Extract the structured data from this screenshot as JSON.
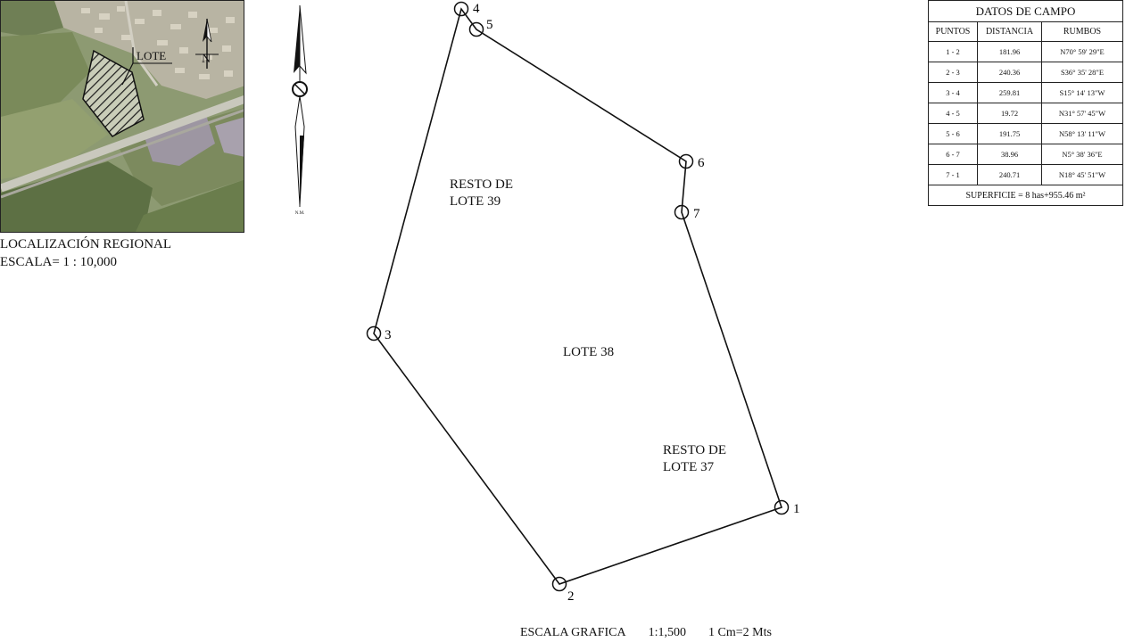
{
  "location_map": {
    "lot_label": "LOTE",
    "north_label": "N",
    "title": "LOCALIZACIÓN REGIONAL",
    "scale": "ESCALA= 1 : 10,000"
  },
  "north_arrow": {
    "label": "N.M."
  },
  "plot": {
    "vertices": [
      {
        "id": "1",
        "label": "1"
      },
      {
        "id": "2",
        "label": "2"
      },
      {
        "id": "3",
        "label": "3"
      },
      {
        "id": "4",
        "label": "4"
      },
      {
        "id": "5",
        "label": "5"
      },
      {
        "id": "6",
        "label": "6"
      },
      {
        "id": "7",
        "label": "7"
      }
    ],
    "areas": {
      "lote_39": "RESTO DE\nLOTE 39",
      "lote_38": "LOTE 38",
      "lote_37": "RESTO DE\nLOTE 37"
    }
  },
  "field_data": {
    "title": "DATOS DE CAMPO",
    "headers": [
      "PUNTOS",
      "DISTANCIA",
      "RUMBOS"
    ],
    "rows": [
      {
        "points": "1 - 2",
        "distance": "181.96",
        "bearing": "N70° 59' 29\"E"
      },
      {
        "points": "2 - 3",
        "distance": "240.36",
        "bearing": "S36° 35' 28\"E"
      },
      {
        "points": "3 - 4",
        "distance": "259.81",
        "bearing": "S15° 14' 13\"W"
      },
      {
        "points": "4 - 5",
        "distance": "19.72",
        "bearing": "N31° 57' 45\"W"
      },
      {
        "points": "5 - 6",
        "distance": "191.75",
        "bearing": "N58° 13' 11\"W"
      },
      {
        "points": "6 - 7",
        "distance": "38.96",
        "bearing": "N5° 38' 36\"E"
      },
      {
        "points": "7 - 1",
        "distance": "240.71",
        "bearing": "N18° 45' 51\"W"
      }
    ],
    "area": "SUPERFICIE = 8 has+955.46 m²"
  },
  "graphic_scale": {
    "label": "ESCALA GRAFICA",
    "ratio": "1:1,500",
    "conversion": "1 Cm=2 Mts"
  }
}
